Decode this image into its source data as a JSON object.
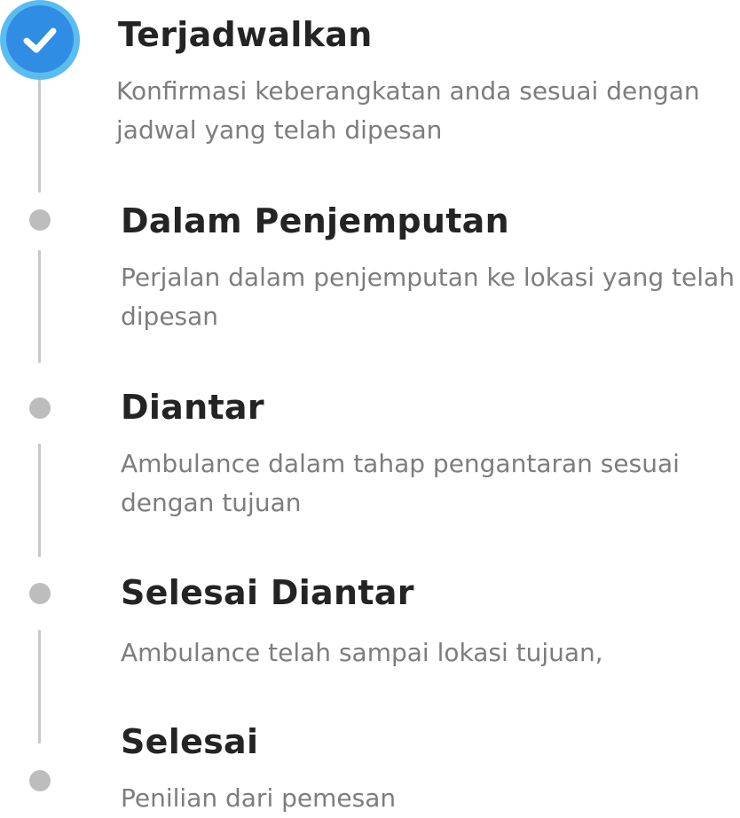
{
  "steps": [
    {
      "title": "Terjadwalkan",
      "description": "Konfirmasi keberangkatan anda sesuai dengan jadwal yang telah dipesan",
      "status": "completed"
    },
    {
      "title": "Dalam Penjemputan",
      "description": "Perjalan dalam penjemputan ke lokasi yang telah dipesan",
      "status": "pending"
    },
    {
      "title": "Diantar",
      "description": "Ambulance dalam tahap pengantaran sesuai dengan tujuan",
      "status": "pending"
    },
    {
      "title": "Selesai Diantar",
      "description": "Ambulance telah sampai lokasi tujuan,",
      "status": "pending"
    },
    {
      "title": "Selesai",
      "description": "Penilian dari pemesan",
      "status": "pending"
    }
  ],
  "icons": {
    "completed": "check-icon",
    "pending": "pending-dot-icon"
  },
  "colors": {
    "completed_ring": "#5bbcf2",
    "completed_fill": "#2f8de4",
    "pending_dot": "#bdbdbd",
    "connector": "#c8c8c8",
    "title": "#242424",
    "description": "#7d7d7d"
  }
}
